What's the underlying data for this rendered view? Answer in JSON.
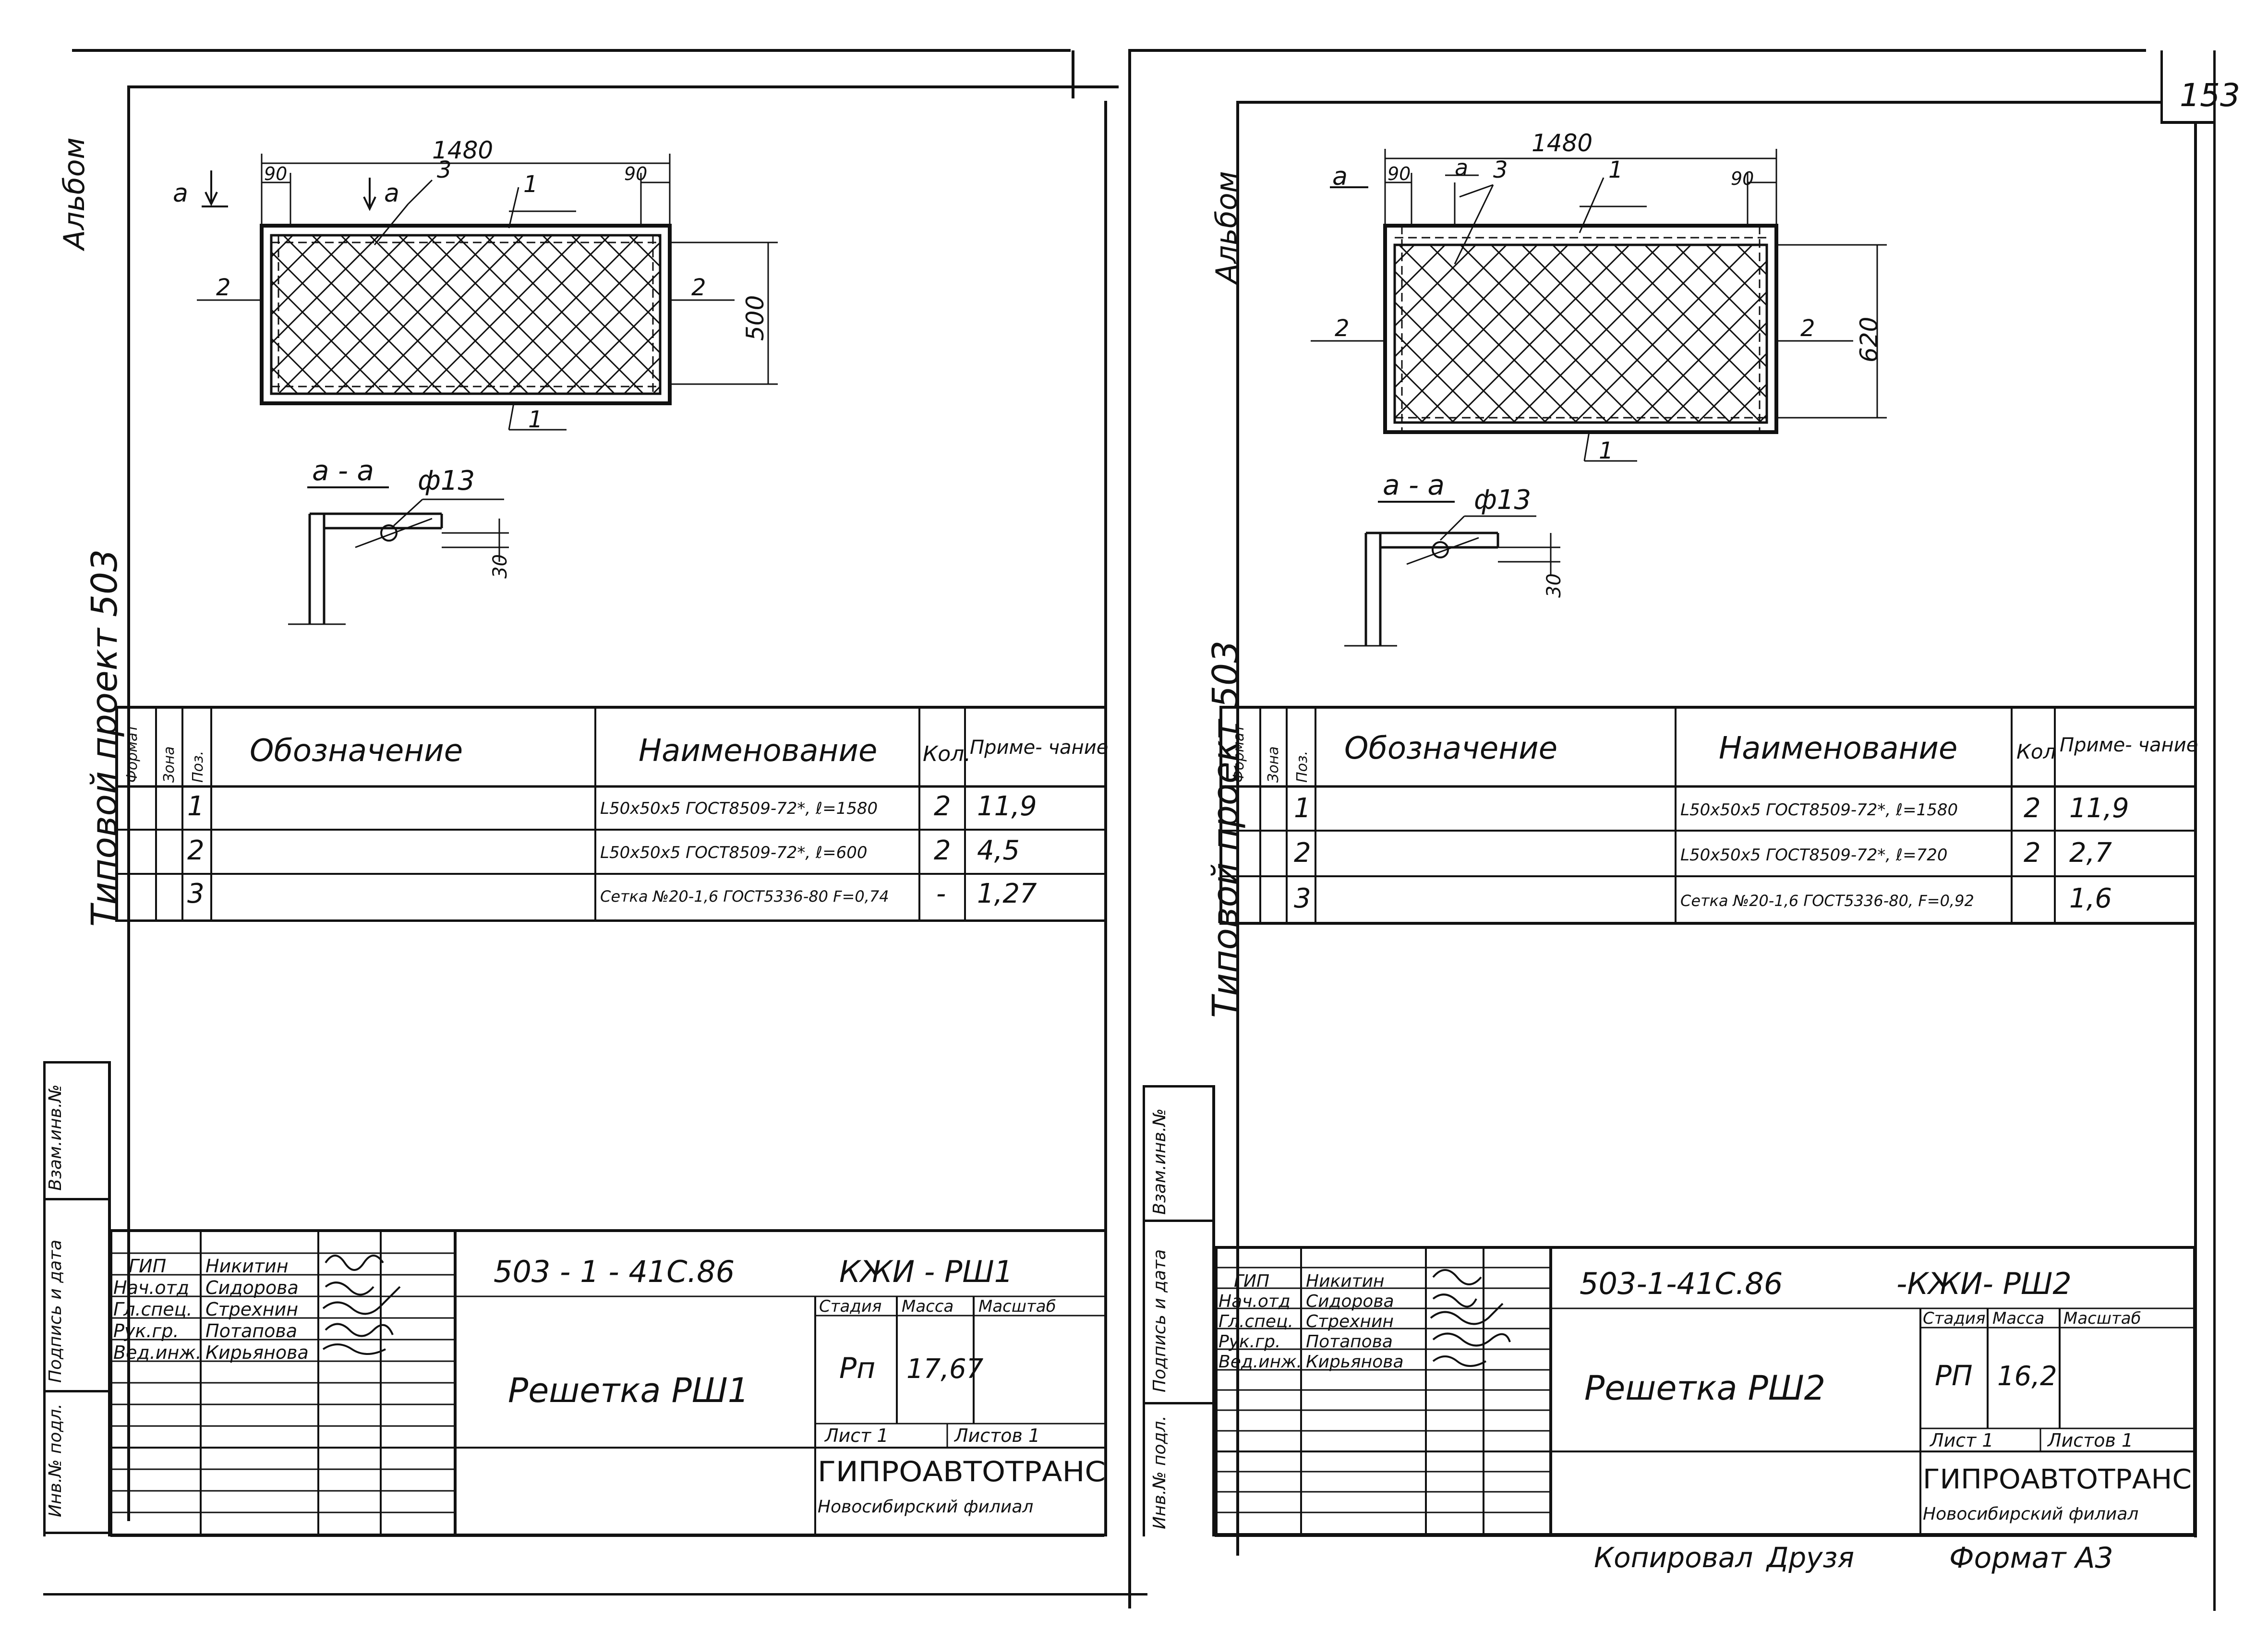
{
  "page_number": "153",
  "copied_by": "Копировал",
  "copied_signature": "Друзя",
  "format": "Формат А3",
  "sheets": [
    {
      "album": "Альбом",
      "project": "Типовой проект 503",
      "side_fields": [
        "Взам.инв.№",
        "Подпись и дата",
        "Инв.№ подл."
      ],
      "drawing": {
        "dim_total": "1480",
        "dim_left": "90",
        "dim_right": "90",
        "dim_height": "500",
        "label_1_top": "1",
        "label_1_bottom": "1",
        "label_2_left": "2",
        "label_2_right": "2",
        "label_3": "3",
        "cut_a_left": "а",
        "cut_a_mid": "а",
        "section_title": "а - а",
        "hole": "ф13",
        "dim_30": "30"
      },
      "spec_headers": {
        "format": "Формат",
        "zone": "Зона",
        "pos": "Поз.",
        "designation": "Обозначение",
        "name": "Наименование",
        "qty": "Кол.",
        "note": "Приме- чание"
      },
      "spec_rows": [
        {
          "pos": "1",
          "name": "L50x50x5 ГОСТ8509-72*, ℓ=1580",
          "qty": "2",
          "note": "11,9"
        },
        {
          "pos": "2",
          "name": "L50x50x5 ГОСТ8509-72*, ℓ=600",
          "qty": "2",
          "note": "4,5"
        },
        {
          "pos": "3",
          "name": "Сетка №20-1,6 ГОСТ5336-80 F=0,74",
          "qty": "-",
          "note": "1,27"
        }
      ],
      "title_block": {
        "roles": [
          "ГИП",
          "Нач.отд",
          "Гл.спец.",
          "Рук.гр.",
          "Вед.инж."
        ],
        "names": [
          "Никитин",
          "Сидорова",
          "Стрехнин",
          "Потапова",
          "Кирьянова"
        ],
        "doc_code": "503 - 1 - 41С.86",
        "doc_mark": "КЖИ - РШ1",
        "title": "Решетка РШ1",
        "stage_label": "Стадия",
        "mass_label": "Масса",
        "scale_label": "Масштаб",
        "stage": "Рп",
        "mass": "17,67",
        "sheet_label": "Лист 1",
        "sheets_label": "Листов 1",
        "org": "ГИПРОАВТОТРАНС",
        "branch": "Новосибирский филиал"
      }
    },
    {
      "album": "Альбом",
      "project": "Типовой проект 503",
      "side_fields": [
        "Взам.инв.№",
        "Подпись и дата",
        "Инв.№ подл."
      ],
      "drawing": {
        "dim_total": "1480",
        "dim_left": "90",
        "dim_right": "90",
        "dim_height": "620",
        "label_1_top": "1",
        "label_1_bottom": "1",
        "label_2_left": "2",
        "label_2_right": "2",
        "label_3": "3",
        "cut_a_left": "а",
        "cut_a_mid": "а",
        "section_title": "а - а",
        "hole": "ф13",
        "dim_30": "30"
      },
      "spec_headers": {
        "format": "Формат",
        "zone": "Зона",
        "pos": "Поз.",
        "designation": "Обозначение",
        "name": "Наименование",
        "qty": "Кол",
        "note": "Приме- чание"
      },
      "spec_rows": [
        {
          "pos": "1",
          "name": "L50x50x5 ГОСТ8509-72*, ℓ=1580",
          "qty": "2",
          "note": "11,9"
        },
        {
          "pos": "2",
          "name": "L50x50x5 ГОСТ8509-72*, ℓ=720",
          "qty": "2",
          "note": "2,7"
        },
        {
          "pos": "3",
          "name": "Сетка №20-1,6 ГОСТ5336-80, F=0,92",
          "qty": "",
          "note": "1,6"
        }
      ],
      "title_block": {
        "roles": [
          "ГИП",
          "Нач.отд",
          "Гл.спец.",
          "Рук.гр.",
          "Вед.инж."
        ],
        "names": [
          "Никитин",
          "Сидорова",
          "Стрехнин",
          "Потапова",
          "Кирьянова"
        ],
        "doc_code": "503-1-41С.86",
        "doc_mark": "-КЖИ- РШ2",
        "title": "Решетка РШ2",
        "stage_label": "Стадия",
        "mass_label": "Масса",
        "scale_label": "Масштаб",
        "stage": "РП",
        "mass": "16,2",
        "sheet_label": "Лист 1",
        "sheets_label": "Листов 1",
        "org": "ГИПРОАВТОТРАНС",
        "branch": "Новосибирский филиал"
      }
    }
  ]
}
